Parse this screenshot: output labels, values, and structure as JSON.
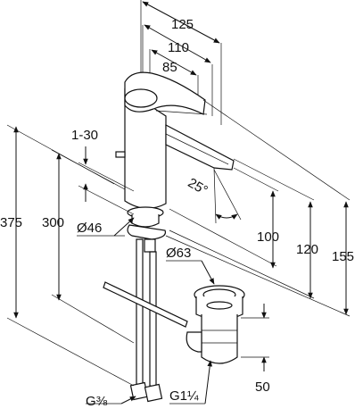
{
  "dimensions": {
    "d125": "125",
    "d110": "110",
    "d85": "85",
    "d1_30": "1-30",
    "d375": "375",
    "d300": "300",
    "d46": "Ø46",
    "d25": "25°",
    "d100": "100",
    "d120": "120",
    "d155": "155",
    "d63": "Ø63",
    "d50": "50",
    "g38": "G⅜",
    "g114": "G1¼"
  }
}
